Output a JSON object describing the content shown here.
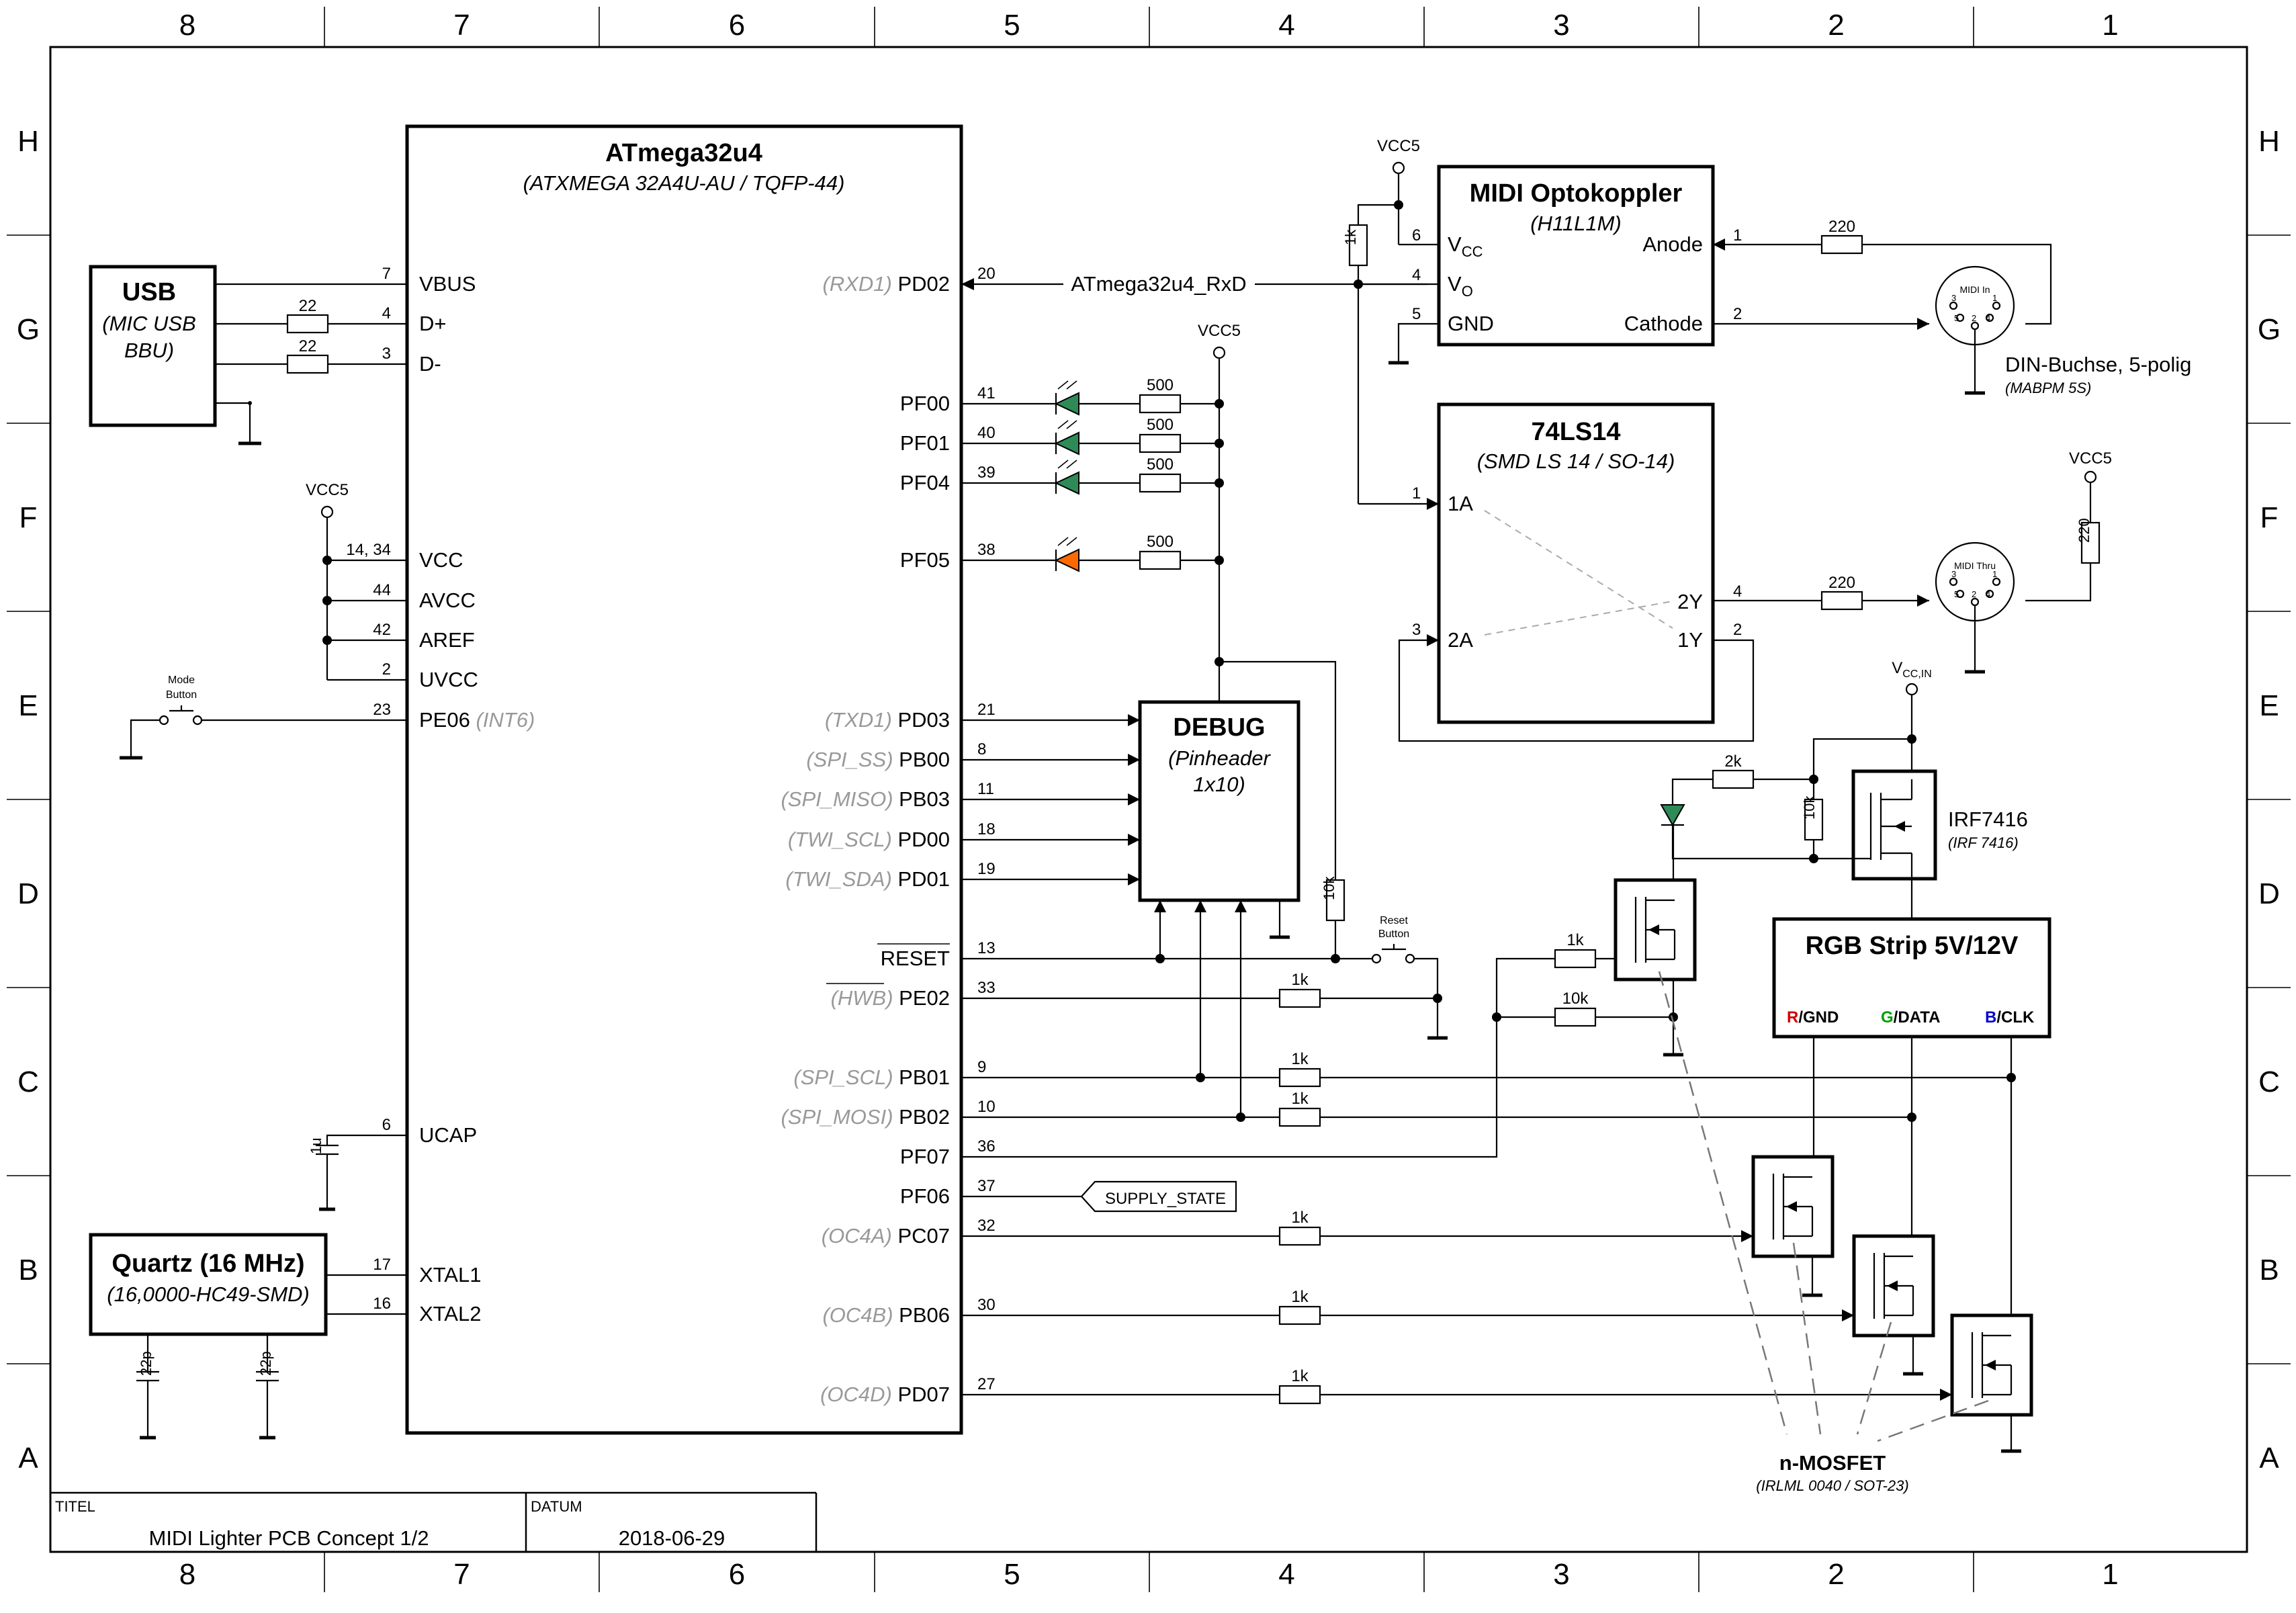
{
  "frame": {
    "columns": [
      "8",
      "7",
      "6",
      "5",
      "4",
      "3",
      "2",
      "1"
    ],
    "rows": [
      "H",
      "G",
      "F",
      "E",
      "D",
      "C",
      "B",
      "A"
    ]
  },
  "title_block": {
    "titel_label": "TITEL",
    "titel_value": "MIDI Lighter PCB Concept 1/2",
    "datum_label": "DATUM",
    "datum_value": "2018-06-29"
  },
  "mcu": {
    "name": "ATmega32u4",
    "subtitle": "(ATXMEGA 32A4U-AU / TQFP-44)",
    "left_pins": [
      {
        "num": "7",
        "name": "VBUS"
      },
      {
        "num": "4",
        "name": "D+"
      },
      {
        "num": "3",
        "name": "D-"
      },
      {
        "num": "14, 34",
        "name": "VCC"
      },
      {
        "num": "44",
        "name": "AVCC"
      },
      {
        "num": "42",
        "name": "AREF"
      },
      {
        "num": "2",
        "name": "UVCC"
      },
      {
        "num": "23",
        "name": "PE06",
        "alt": "(INT6)"
      },
      {
        "num": "6",
        "name": "UCAP"
      },
      {
        "num": "17",
        "name": "XTAL1"
      },
      {
        "num": "16",
        "name": "XTAL2"
      }
    ],
    "right_pins": [
      {
        "num": "20",
        "name": "PD02",
        "alt": "(RXD1)"
      },
      {
        "num": "41",
        "name": "PF00",
        "alt": ""
      },
      {
        "num": "40",
        "name": "PF01",
        "alt": ""
      },
      {
        "num": "39",
        "name": "PF04",
        "alt": ""
      },
      {
        "num": "38",
        "name": "PF05",
        "alt": ""
      },
      {
        "num": "21",
        "name": "PD03",
        "alt": "(TXD1)"
      },
      {
        "num": "8",
        "name": "PB00",
        "alt": "(SPI_SS)"
      },
      {
        "num": "11",
        "name": "PB03",
        "alt": "(SPI_MISO)"
      },
      {
        "num": "18",
        "name": "PD00",
        "alt": "(TWI_SCL)"
      },
      {
        "num": "19",
        "name": "PD01",
        "alt": "(TWI_SDA)"
      },
      {
        "num": "13",
        "name": "RESET",
        "alt": ""
      },
      {
        "num": "33",
        "name": "PE02",
        "alt": "(HWB)"
      },
      {
        "num": "9",
        "name": "PB01",
        "alt": "(SPI_SCL)"
      },
      {
        "num": "10",
        "name": "PB02",
        "alt": "(SPI_MOSI)"
      },
      {
        "num": "36",
        "name": "PF07",
        "alt": ""
      },
      {
        "num": "37",
        "name": "PF06",
        "alt": ""
      },
      {
        "num": "32",
        "name": "PC07",
        "alt": "(OC4A)"
      },
      {
        "num": "30",
        "name": "PB06",
        "alt": "(OC4B)"
      },
      {
        "num": "27",
        "name": "PD07",
        "alt": "(OC4D)"
      }
    ]
  },
  "usb": {
    "name": "USB",
    "subtitle_line1": "(MIC USB",
    "subtitle_line2": "BBU)",
    "r1": "22",
    "r2": "22"
  },
  "quartz": {
    "name": "Quartz (16 MHz)",
    "subtitle": "(16,0000-HC49-SMD)",
    "c1": "22p",
    "c2": "22p"
  },
  "power": {
    "vcc5": "VCC5",
    "vccin_main": "V",
    "vccin_sub": "CC,IN"
  },
  "misc": {
    "ucap_cap": "1u",
    "mode_button_l1": "Mode",
    "mode_button_l2": "Button",
    "reset_button_l1": "Reset",
    "reset_button_l2": "Button",
    "rxd_net": "ATmega32u4_RxD",
    "supply_state": "SUPPLY_STATE",
    "led_resistors": [
      "500",
      "500",
      "500",
      "500"
    ],
    "r_1k": "1k",
    "r_10k": "10k",
    "r_2k": "2k",
    "r_220": "220"
  },
  "debug": {
    "name": "DEBUG",
    "subtitle_line1": "(Pinheader",
    "subtitle_line2": "1x10)"
  },
  "opto": {
    "name": "MIDI Optokoppler",
    "subtitle": "(H11L1M)",
    "pin_vcc_main": "V",
    "pin_vcc_sub": "CC",
    "pin_vo_main": "V",
    "pin_vo_sub": "O",
    "pin_gnd": "GND",
    "pin_anode": "Anode",
    "pin_cathode": "Cathode",
    "nums": [
      "6",
      "4",
      "5",
      "1",
      "2"
    ]
  },
  "ls14": {
    "name": "74LS14",
    "subtitle": "(SMD LS 14 / SO-14)",
    "pins": [
      "1A",
      "2A",
      "2Y",
      "1Y"
    ],
    "nums": [
      "1",
      "3",
      "4",
      "2"
    ]
  },
  "din": {
    "midi_in": "MIDI In",
    "midi_thru": "MIDI Thru",
    "label": "DIN-Buchse, 5-polig",
    "part": "(MABPM 5S)",
    "pin_nums": [
      "1",
      "2",
      "3",
      "4",
      "5"
    ]
  },
  "irf": {
    "name": "IRF7416",
    "part": "(IRF 7416)"
  },
  "rgb": {
    "name": "RGB Strip 5V/12V",
    "r_letter": "R",
    "r_rest": "/GND",
    "g_letter": "G",
    "g_rest": "/DATA",
    "b_letter": "B",
    "b_rest": "/CLK",
    "r_color": "#d00000",
    "g_color": "#00a000",
    "b_color": "#0000d0"
  },
  "nmos": {
    "name": "n-MOSFET",
    "part": "(IRLML 0040 / SOT-23)"
  },
  "colors": {
    "led_green": "#2e8b57",
    "led_orange": "#ff6a00"
  }
}
